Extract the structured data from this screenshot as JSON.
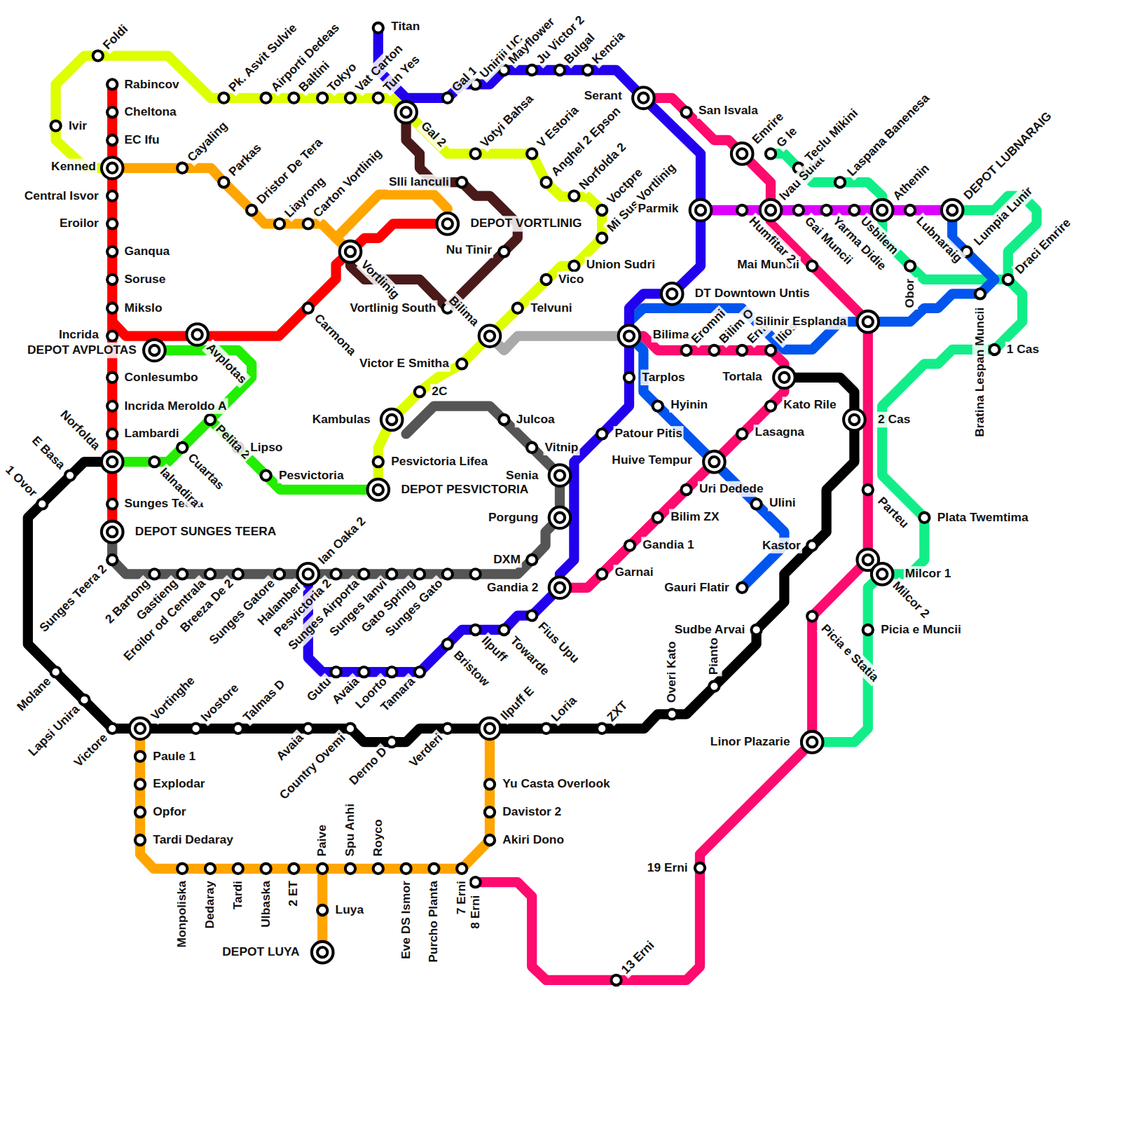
{
  "diagram": {
    "labels": [
      "Rabincov",
      "Cheltona",
      "EC Ifu",
      "Kenned",
      "Central Isvor",
      "Eroilor",
      "Ganqua",
      "Soruse",
      "Mikslo",
      "Incrida",
      "DEPOT AVPLOTAS",
      "Conlesumbo",
      "Incrida Meroldo A",
      "Lambardi",
      "Norfolda",
      "Sunges Teera",
      "DEPOT SUNGES TEERA",
      "Avplotas",
      "Carmona",
      "DEPOT VORTLINIG",
      "Cayaling",
      "Parkas",
      "Dristor De Tera",
      "Liayrong",
      "Carton Vortlinig",
      "Vortlinig",
      "Ivir",
      "Foldi",
      "Pk. Asvit Sulvie",
      "Airporti Dedeas",
      "Baltini",
      "Tokyo",
      "Vat Carton",
      "Tun Yes",
      "Gal 2",
      "Votyi Bahsa",
      "V Estoria",
      "Anghel 2 Epson",
      "Norfolda 2",
      "Voctpre",
      "Mi Sus Vortlinig",
      "Union Sudri",
      "Vico",
      "Telvuni",
      "Bilima",
      "Victor E Smitha",
      "2C",
      "Kambulas",
      "Pesvictoria Lifea",
      "DEPOT PESVICTORIA",
      "Titan",
      "Gal 1",
      "Uniriii UC",
      "Mayflower",
      "Ju Victor 2",
      "Bulgal",
      "Kencia",
      "Serant",
      "Parmik",
      "DT Downtown Untis",
      "Bilima",
      "Tarplos",
      "Patour Pitis",
      "Senia",
      "Porgung",
      "Gandia 2",
      "Fius Upu",
      "Towarde",
      "Ilpuff",
      "Bristow",
      "Tamara",
      "Loorto",
      "Avaia",
      "Gutu",
      "Halamber",
      "Sunges Teera 2",
      "2 Bartong",
      "Gastieng",
      "Eroilor od Centrala",
      "Breeza De 2",
      "Sunges Gatore",
      "Ian Oaka 2",
      "Pesvictoria 2",
      "Sunges Airporta",
      "Sunges Ianvi",
      "Gato Spring",
      "Sunges Gato",
      "DXM",
      "Vitnip",
      "Julcoa",
      "Pelita 2",
      "Cuartas",
      "Ialnadira",
      "Lipso",
      "Pesvictoria",
      "SIli Ianculi",
      "Nu Tinir",
      "Vortlinig South",
      "1 Ovor",
      "E Basa",
      "Molane",
      "Lapsi Unira",
      "Victore",
      "Vortinghe",
      "Ivostore",
      "Talmas D",
      "Avaia",
      "Country Ovemi",
      "Derno D",
      "Verderi",
      "Ilpuff E",
      "Loria",
      "ZXT",
      "Overi Kato",
      "Pianto",
      "Sudbe Arvai",
      "Kastor",
      "2 Cas",
      "Paule 1",
      "Explodar",
      "Opfor",
      "Tardi Dedaray",
      "Monpoliska",
      "Dedaray",
      "Tardi",
      "Ulbaska",
      "2 ET",
      "Paive",
      "Spu Anhi",
      "Royco",
      "Eve DS Ismor",
      "Purcho Planta",
      "7 Erni",
      "8 Erni",
      "Akiri Dono",
      "Davistor 2",
      "Yu Casta Overlook",
      "Luya",
      "DEPOT LUYA",
      "San Isvala",
      "Emrire",
      "Mai Muncii",
      "Parteu",
      "Milcor 2",
      "Picia e Statia",
      "Linor Plazarie",
      "19 Erni",
      "13 Erni",
      "Eromni",
      "Bilim O",
      "Erni",
      "Ilios",
      "Tortala",
      "Kato Rile",
      "Lasagna",
      "Huive Tempur",
      "Uri Dedede",
      "Bilim ZX",
      "Gandia 1",
      "Garnai",
      "Humfitar 2",
      "Ivau Sulat",
      "Gai Muncii",
      "Yarma Didie",
      "Usbilem",
      "Athenin",
      "Lubnaraig",
      "DEPOT LUBNARAIG",
      "G Ie",
      "Teclu Mikini",
      "Laspana Banenesa",
      "Obor",
      "Draci Emrire",
      "1 Cas",
      "Plata Twemtima",
      "Milcor 1",
      "Picia e Muncii",
      "Lumpia Lunir",
      "Bratina Lespan Muncii",
      "Hyinin",
      "Ulini",
      "Gauri Flatir",
      "Silinir Esplanda"
    ]
  }
}
